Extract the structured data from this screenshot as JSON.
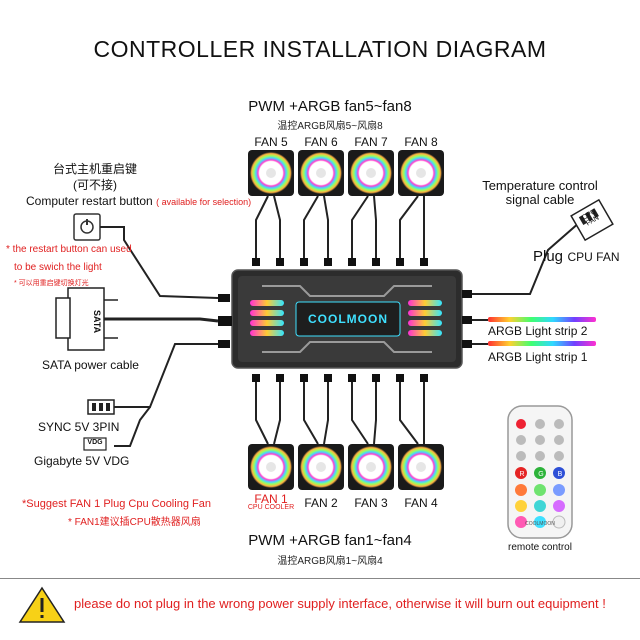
{
  "title": "CONTROLLER INSTALLATION DIAGRAM",
  "top_group": {
    "title": "PWM +ARGB fan5~fan8",
    "subtitle": "温控ARGB风扇5~风扇8",
    "fans": [
      "FAN 5",
      "FAN 6",
      "FAN 7",
      "FAN 8"
    ]
  },
  "bottom_group": {
    "title": "PWM +ARGB fan1~fan4",
    "subtitle": "温控ARGB风扇1~风扇4",
    "fans": [
      "FAN 1",
      "FAN 2",
      "FAN 3",
      "FAN 4"
    ],
    "fan1_note": "CPU COOLER"
  },
  "restart": {
    "cn1": "台式主机重启键",
    "cn2": "(可不接)",
    "label": "Computer restart button",
    "note": "( available for selection)",
    "warn1": "* the restart button can used",
    "warn2": "to be swich the light",
    "warn_cn": "* 可以用重启键切换灯光"
  },
  "sata": {
    "label": "SATA power cable",
    "connector_text": "SATA"
  },
  "sync": {
    "label1": "SYNC 5V 3PIN",
    "label2": "Gigabyte 5V VDG",
    "vdg_tag": "VDG"
  },
  "temp": {
    "line1": "Temperature control",
    "line2": "signal cable",
    "plug": "Plug",
    "plug_target": "CPU FAN",
    "connector_text": "CPU FAN"
  },
  "controller": {
    "brand": "COOLMOON"
  },
  "strips": [
    "ARGB Light strip 2",
    "ARGB Light strip 1"
  ],
  "suggest": {
    "line1": "*Suggest FAN 1 Plug Cpu Cooling Fan",
    "line2": "* FAN1建议插CPU散热器风扇"
  },
  "remote": {
    "brand": "COOLMOON",
    "label": "remote control",
    "button_letters": [
      "R",
      "G",
      "B"
    ]
  },
  "warning": {
    "text": "please do not plug in the wrong power supply interface, otherwise it will burn out equipment !",
    "icon": "exclamation-triangle-icon"
  },
  "colors": {
    "warning_red": "#e02020",
    "controller_body": "#2c2c2c",
    "accent_cyan": "#3fe0ff"
  }
}
